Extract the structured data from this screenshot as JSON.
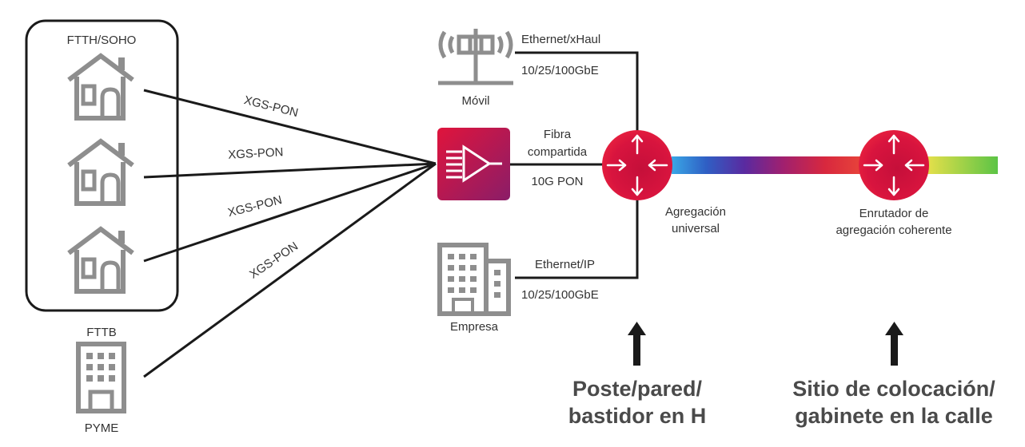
{
  "premises": {
    "ftth_label": "FTTH/SOHO",
    "fttb_label": "FTTB",
    "pyme_label": "PYME"
  },
  "links": {
    "pon_labels": [
      "XGS-PON",
      "XGS-PON",
      "XGS-PON",
      "XGS-PON"
    ]
  },
  "mobile": {
    "label": "Móvil",
    "link_title": "Ethernet/xHaul",
    "link_speed": "10/25/100GbE"
  },
  "splitter": {
    "line1": "Fibra",
    "line2": "compartida",
    "line3": "10G PON"
  },
  "enterprise": {
    "label": "Empresa",
    "link_title": "Ethernet/IP",
    "link_speed": "10/25/100GbE"
  },
  "aggregation": {
    "line1": "Agregación",
    "line2": "universal"
  },
  "coherent_router": {
    "line1": "Enrutador de",
    "line2": "agregación coherente"
  },
  "locations": {
    "pole_line1": "Poste/pared/",
    "pole_line2": "bastidor en H",
    "site_line1": "Sitio de colocación/",
    "site_line2": "gabinete en la calle"
  },
  "colors": {
    "accent_red": "#d10f3f",
    "accent_purple": "#7a1f6d",
    "icon_gray": "#8e8e8e",
    "line_dark": "#1a1a1a"
  }
}
